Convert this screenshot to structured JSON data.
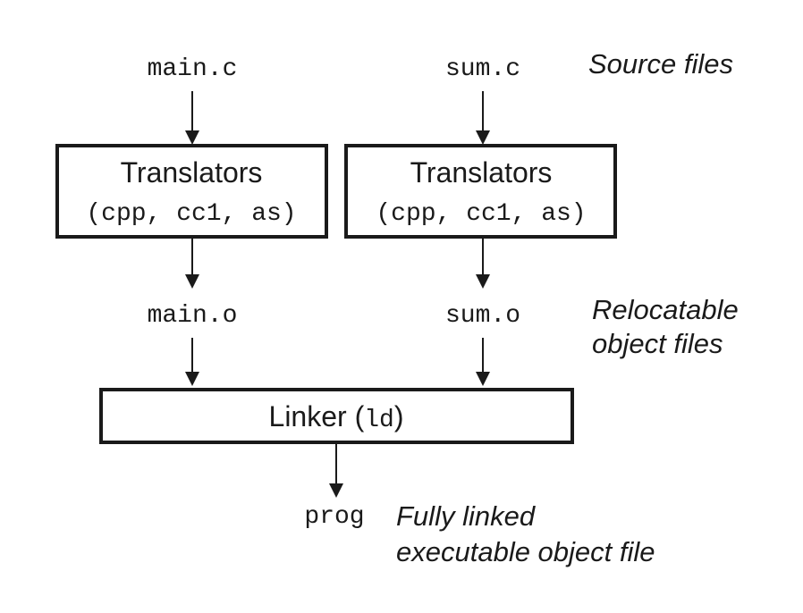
{
  "inputs": {
    "left_source": "main.c",
    "right_source": "sum.c",
    "label": "Source files"
  },
  "translators": {
    "left": {
      "title": "Translators",
      "tools": "(cpp, cc1, as)"
    },
    "right": {
      "title": "Translators",
      "tools": "(cpp, cc1, as)"
    }
  },
  "objects": {
    "left": "main.o",
    "right": "sum.o",
    "label_line1": "Relocatable",
    "label_line2": "object files"
  },
  "linker": {
    "name": "Linker (",
    "tool": "ld",
    "close": ")"
  },
  "output": {
    "name": "prog",
    "label_line1": "Fully linked",
    "label_line2": "executable object file"
  },
  "colors": {
    "ink": "#1a1a1a",
    "background": "#ffffff"
  }
}
